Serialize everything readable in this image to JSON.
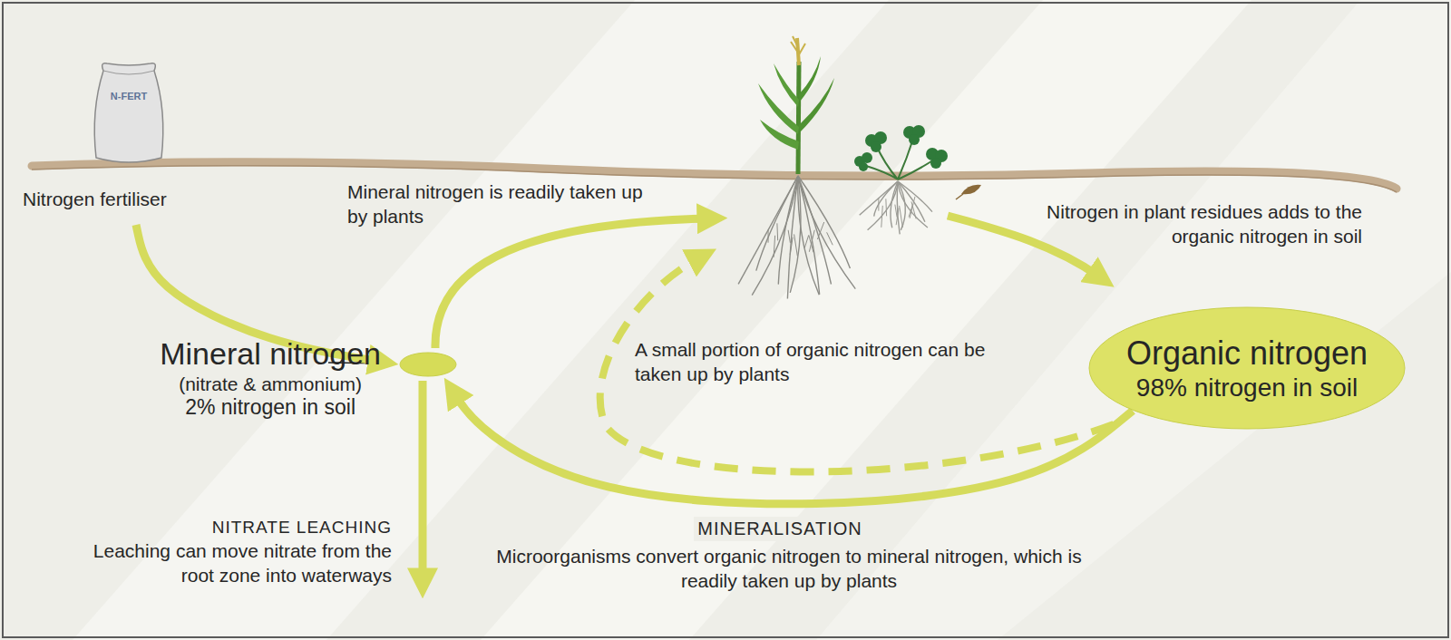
{
  "diagram": {
    "nodes": [
      {
        "text": [
          "N-FERT",
          "Nitrogen fertiliser"
        ]
      },
      {
        "text": [
          "Mineral nitrogen",
          "(nitrate & ammonium)",
          "2% nitrogen in soil"
        ]
      },
      {
        "text": [
          "Organic nitrogen",
          "98% nitrogen in soil"
        ]
      }
    ],
    "edges": [
      {
        "from": 0,
        "to": 1,
        "arrow": "to"
      },
      {
        "from": 2,
        "to": 1,
        "label": "MINERALISATION",
        "arrow": "to"
      }
    ],
    "labels": [
      "Mineral nitrogen is readily taken up by plants",
      "A small portion of organic nitrogen can be taken up by plants",
      "Nitrogen in plant residues adds to the organic nitrogen in soil",
      "NITRATE LEACHING",
      "Leaching can move nitrate from the root zone into waterways",
      "Microorganisms convert organic nitrogen to mineral nitrogen, which is readily taken up by plants"
    ]
  }
}
